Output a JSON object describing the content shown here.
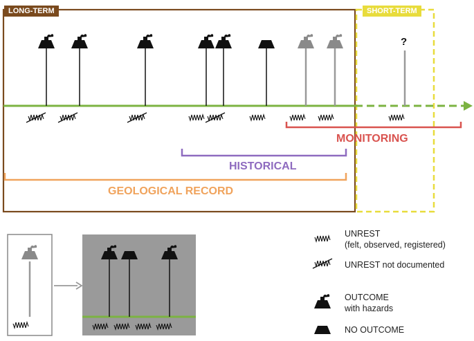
{
  "timeline": {
    "long_term_label": "LONG-TERM",
    "short_term_label": "SHORT-TERM",
    "question_mark": "?",
    "ranges": {
      "monitoring": "MONITORING",
      "historical": "HISTORICAL",
      "geological_record": "GEOLOGICAL RECORD"
    }
  },
  "legend": {
    "unrest_label": "UNREST",
    "unrest_sub": "(felt, observed, registered)",
    "unrest_not_documented": "UNREST not documented",
    "outcome_label": "OUTCOME",
    "outcome_sub": "with hazards",
    "no_outcome": "NO OUTCOME"
  },
  "colors": {
    "long_term": "#7a4a1e",
    "short_term": "#e8dc3c",
    "timeline": "#7cb342",
    "monitoring": "#d9534f",
    "historical": "#8e6bbf",
    "geological_record": "#f0a35c",
    "inset_background": "#9a9a9a"
  }
}
